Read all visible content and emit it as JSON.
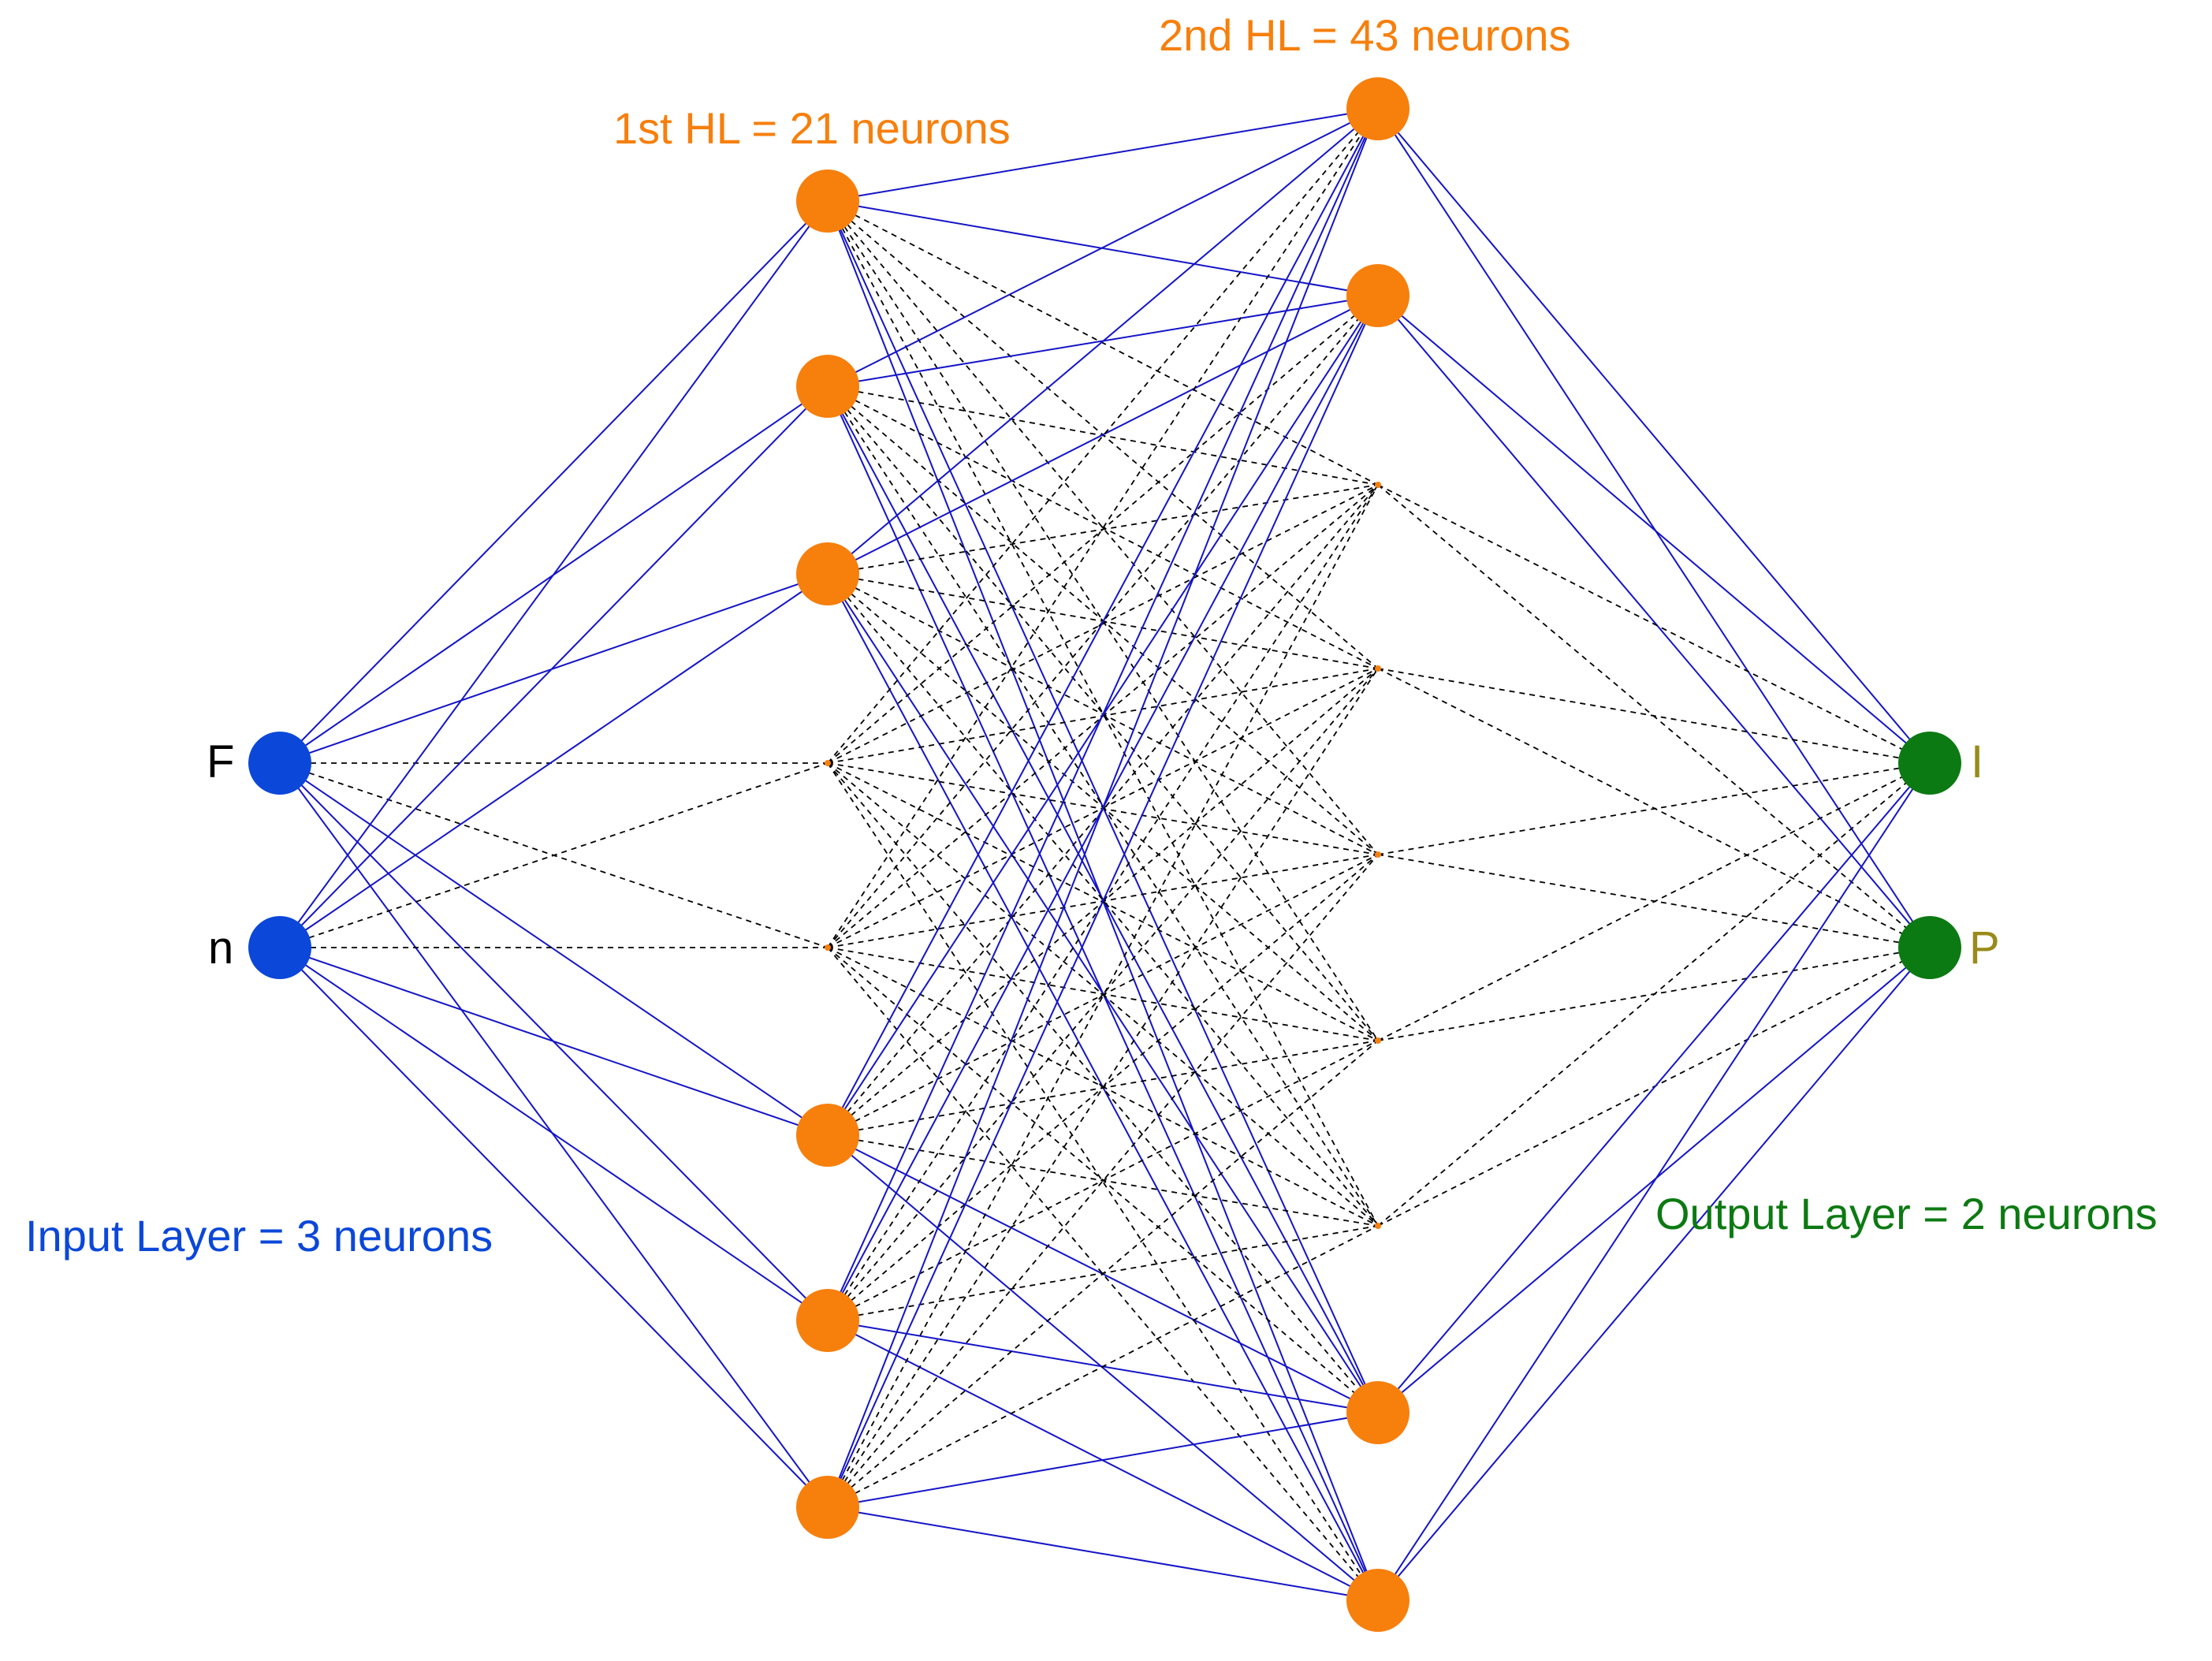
{
  "layers": {
    "input": {
      "title": "Input Layer = 3 neurons",
      "nodes": [
        "F",
        "n"
      ],
      "color": "#0b47d9"
    },
    "hidden1": {
      "title": "1st HL = 21 neurons",
      "active": [
        true,
        true,
        true,
        false,
        false,
        true,
        true,
        true
      ],
      "color": "#f77f0c"
    },
    "hidden2": {
      "title": "2nd HL = 43 neurons",
      "active": [
        true,
        true,
        false,
        false,
        false,
        false,
        false,
        true,
        true
      ],
      "color": "#f77f0c"
    },
    "output": {
      "title": "Output Layer = 2 neurons",
      "nodes": [
        "I",
        "P"
      ],
      "color": "#0c7a12"
    }
  },
  "colors": {
    "connection": "#1414c8",
    "inactive_connection": "#000000",
    "output_label": "#9a8a1a"
  }
}
